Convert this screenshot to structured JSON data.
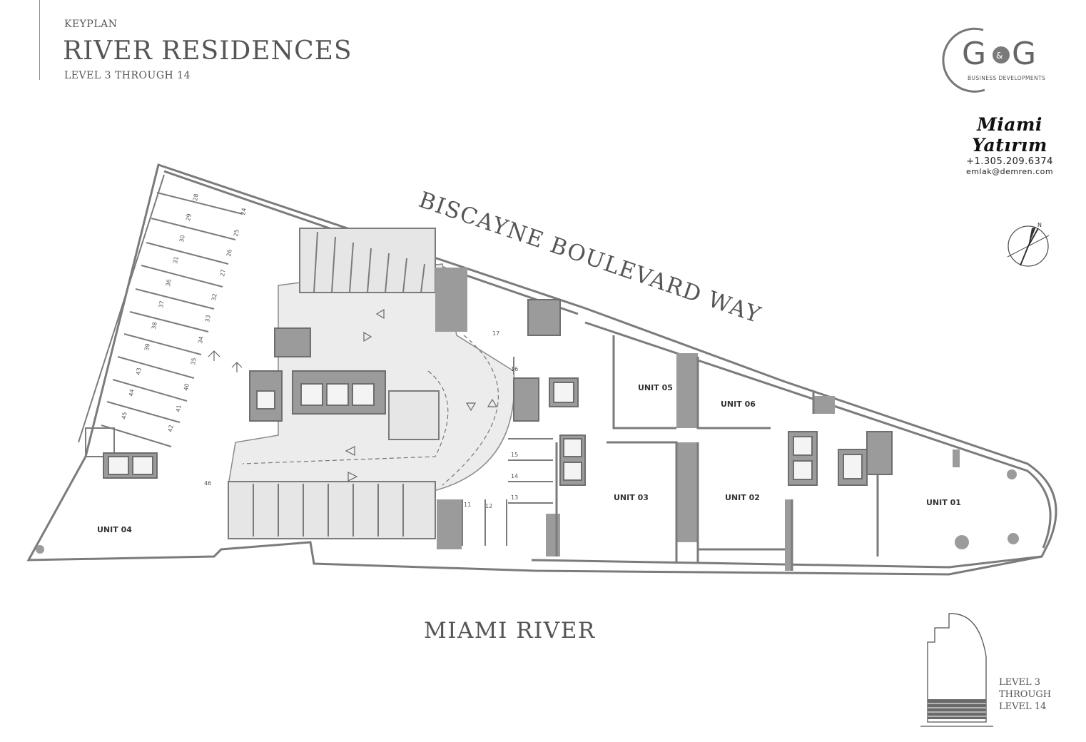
{
  "header": {
    "keyplan": "KEYPLAN",
    "title": "RIVER RESIDENCES",
    "subtitle": "LEVEL 3 THROUGH 14"
  },
  "logo": {
    "mark": "G&G",
    "tagline": "BUSINESS DEVELOPMENTS",
    "icon": "gg-logo-icon"
  },
  "contact": {
    "brand": "Miami Yatırım",
    "phone": "+1.305.209.6374",
    "email": "emlak@demren.com"
  },
  "streets": {
    "north": "BISCAYNE BOULEVARD WAY",
    "south": "MIAMI RIVER"
  },
  "units": [
    "UNIT 01",
    "UNIT 02",
    "UNIT 03",
    "UNIT 04",
    "UNIT 05",
    "UNIT 06"
  ],
  "parking_numbers": {
    "left_row": [
      "28",
      "29",
      "30",
      "31",
      "36",
      "37",
      "38",
      "39",
      "43",
      "44",
      "45"
    ],
    "inner_row": [
      "24",
      "25",
      "26",
      "27",
      "32",
      "33",
      "34",
      "35",
      "40",
      "41",
      "42"
    ],
    "right_block": [
      "16",
      "15",
      "14",
      "13",
      "11",
      "12",
      "17",
      "46"
    ]
  },
  "compass": {
    "label": "N",
    "icon": "compass-icon"
  },
  "level_note": {
    "line1": "LEVEL 3",
    "line2": "THROUGH",
    "line3": "LEVEL 14"
  },
  "colors": {
    "wall": "#9b9b9b",
    "line": "#6e6e6e",
    "text": "#555555"
  }
}
